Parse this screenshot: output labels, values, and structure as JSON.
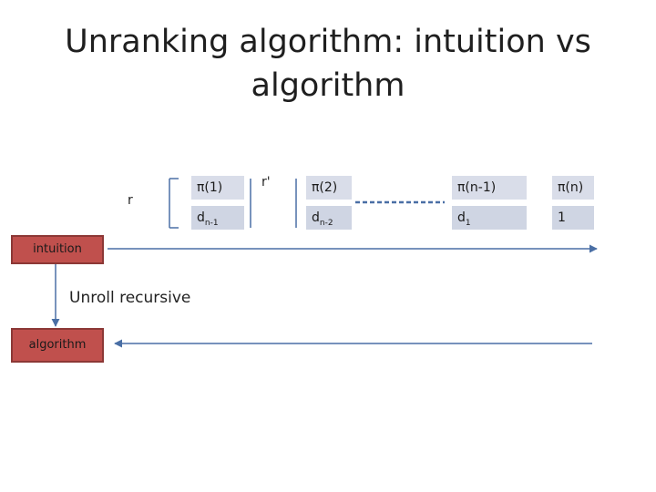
{
  "title": {
    "line1": "Unranking algorithm: intuition vs",
    "line2": "algorithm"
  },
  "labels": {
    "r_left": "r",
    "r_prime": "r'"
  },
  "columns": [
    {
      "top": "π(1)",
      "bottom_main": "d",
      "bottom_sub": "n-1"
    },
    {
      "top": "π(2)",
      "bottom_main": "d",
      "bottom_sub": "n-2"
    },
    {
      "top": "π(n-1)",
      "bottom_main": "d",
      "bottom_sub": "1"
    },
    {
      "top": "π(n)",
      "bottom_main": "1",
      "bottom_sub": ""
    }
  ],
  "boxes": {
    "intuition": "intuition",
    "algorithm": "algorithm"
  },
  "note": "Unroll recursive",
  "colors": {
    "box_fill": "#c0504d",
    "cell_fill": "#d9dde9",
    "line": "#4a6fa5"
  }
}
